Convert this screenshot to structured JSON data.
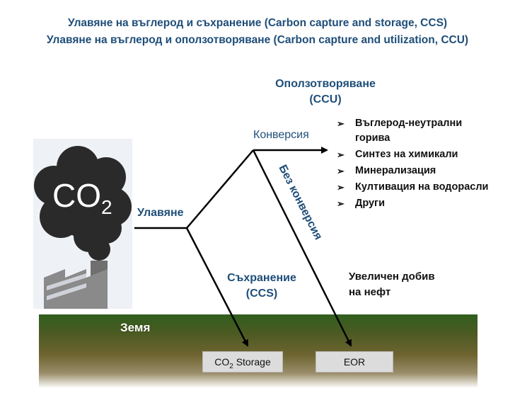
{
  "title": {
    "line1": "Улавяне на въглерод и съхранение (Carbon capture and storage, CCS)",
    "line2": "Улавяне на въглерод и оползотворяване (Carbon capture and utilization, CCU)"
  },
  "icon": {
    "co2_main": "CO",
    "co2_sub": "2",
    "factory": "factory-icon",
    "cloud": "smoke-cloud-icon"
  },
  "labels": {
    "capture": "Улавяне",
    "conversion": "Конверсия",
    "no_conversion": "Без конверсия",
    "utilization_line1": "Оползотворяване",
    "utilization_line2": "(CCU)",
    "storage_line1": "Съхранение",
    "storage_line2": "(CCS)",
    "ground": "Земя",
    "eor_line1": "Увеличен добив",
    "eor_line2": "на нефт"
  },
  "uses": [
    "Въглерод-неутрални горива",
    "Синтез на химикали",
    "Минерализация",
    "Култивация на водорасли",
    "Други"
  ],
  "boxes": {
    "storage_main": "CO",
    "storage_sub": "2",
    "storage_rest": " Storage",
    "eor": "EOR"
  },
  "colors": {
    "title": "#1f4e79",
    "arrows": "#000000",
    "smoke": "#2a2a2a",
    "ground_top": "#2f5f1d",
    "box_fill": "#dcdcdc"
  }
}
